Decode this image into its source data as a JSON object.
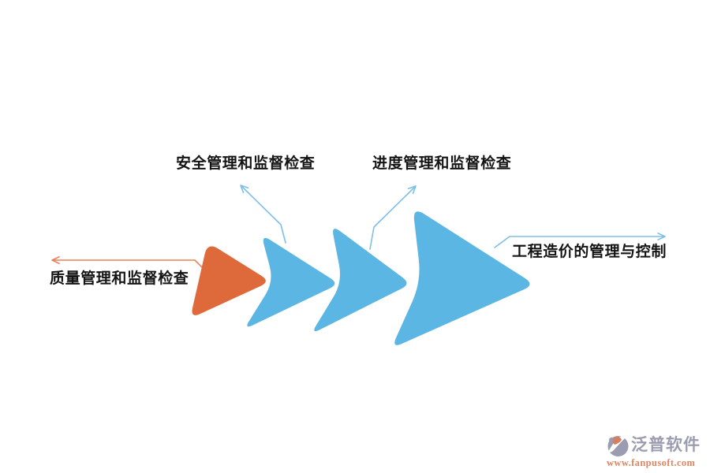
{
  "diagram": {
    "labels": {
      "quality": "质量管理和监督检查",
      "safety": "安全管理和监督检查",
      "progress": "进度管理和监督检查",
      "cost": "工程造价的管理与控制"
    }
  },
  "colors": {
    "orange_shape": "#DE6A3B",
    "blue_shape": "#5CB6E4",
    "orange_line": "#E8815A",
    "blue_line": "#7CC0E8",
    "label_text": "#141414",
    "brand_gray": "#9B9CB0",
    "brand_salmon": "#E0855F"
  },
  "branding": {
    "name": "泛普软件",
    "url": "www.fanpusoft.com"
  }
}
